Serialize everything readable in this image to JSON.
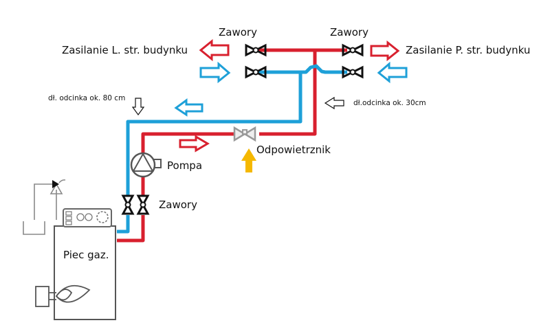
{
  "diagram": {
    "type": "heating-system-schematic",
    "colors": {
      "supply": "#d8202e",
      "return": "#1ea0d8",
      "vent_arrow": "#f5b800",
      "outline": "#111111",
      "equipment": "#555555"
    },
    "labels": {
      "valves_top_left": "Zawory",
      "valves_top_right": "Zawory",
      "supply_left": "Zasilanie L. str. budynku",
      "supply_right": "Zasilanie P. str. budynku",
      "length_80": "dł. odcinka ok. 80 cm",
      "length_30": "dł.odcinka ok. 30cm",
      "air_vent": "Odpowietrznik",
      "pump": "Pompa",
      "valves_boiler": "Zawory",
      "boiler": "Piec gaz."
    },
    "flow_arrows": [
      {
        "id": "supply-left-out",
        "line": "supply",
        "direction": "left"
      },
      {
        "id": "return-left-in",
        "line": "return",
        "direction": "right"
      },
      {
        "id": "supply-right-out",
        "line": "supply",
        "direction": "right"
      },
      {
        "id": "return-right-in",
        "line": "return",
        "direction": "left"
      },
      {
        "id": "return-main",
        "line": "return",
        "direction": "left"
      },
      {
        "id": "supply-main",
        "line": "supply",
        "direction": "right"
      }
    ]
  }
}
